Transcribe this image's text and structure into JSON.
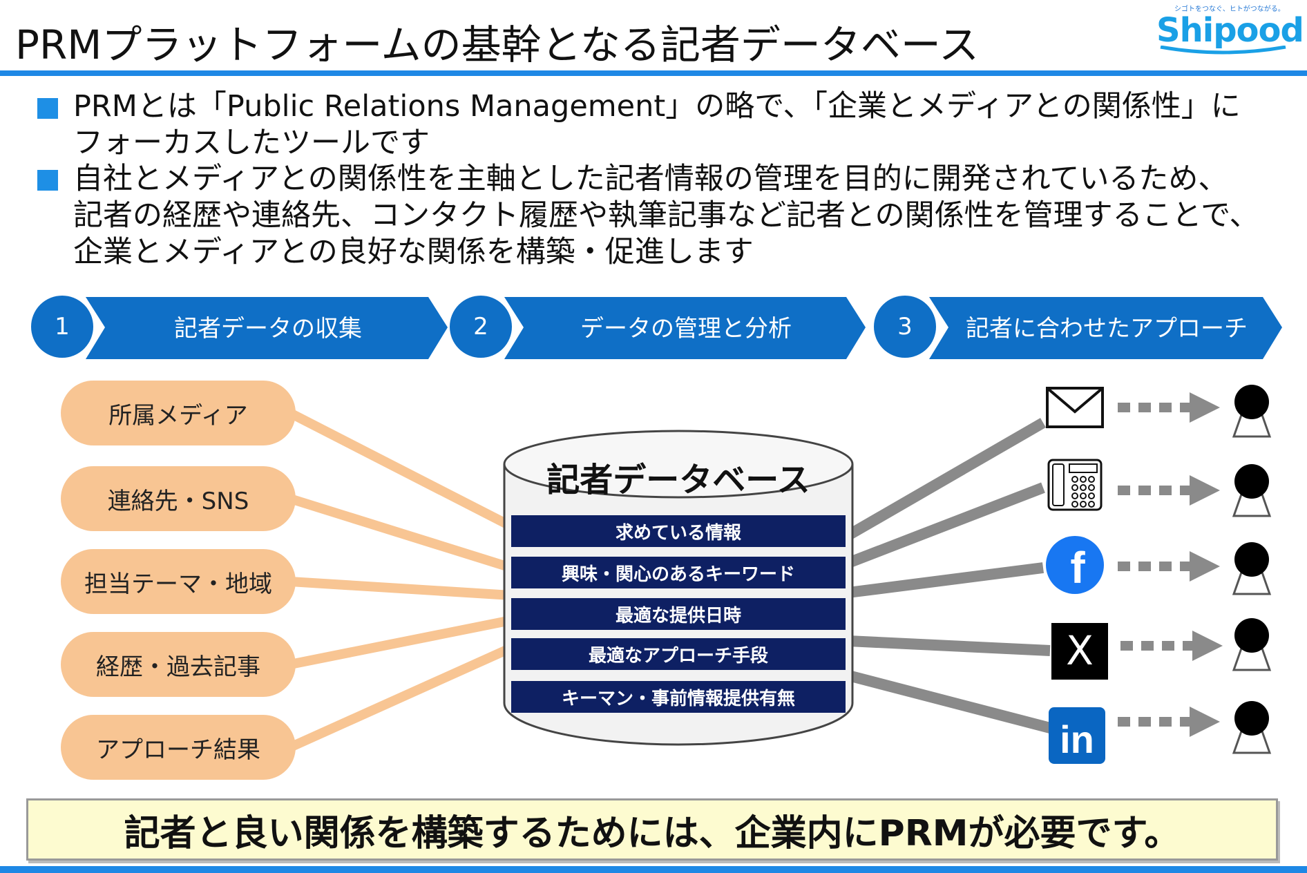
{
  "header": {
    "title": "PRMプラットフォームの基幹となる記者データベース",
    "logo_text": "Shipood",
    "logo_tagline": "シゴトをつなぐ、ヒトがつながる。"
  },
  "bullets": [
    {
      "line1": "PRMとは「Public Relations Management」の略で、「企業とメディアとの関係性」に",
      "line2": "フォーカスしたツールです"
    },
    {
      "line1": "自社とメディアとの関係性を主軸とした記者情報の管理を目的に開発されているため、",
      "line2": "記者の経歴や連絡先、コンタクト履歴や執筆記事など記者との関係性を管理することで、",
      "line3": "企業とメディアとの良好な関係を構築・促進します"
    }
  ],
  "steps": [
    {
      "number": "1",
      "label": "記者データの収集"
    },
    {
      "number": "2",
      "label": "データの管理と分析"
    },
    {
      "number": "3",
      "label": "記者に合わせたアプローチ"
    }
  ],
  "inputs": [
    "所属メディア",
    "連絡先・SNS",
    "担当テーマ・地域",
    "経歴・過去記事",
    "アプローチ結果"
  ],
  "database": {
    "title": "記者データベース",
    "rows": [
      "求めている情報",
      "興味・関心のあるキーワード",
      "最適な提供日時",
      "最適なアプローチ手段",
      "キーマン・事前情報提供有無"
    ]
  },
  "channels": [
    {
      "icon": "mail-icon"
    },
    {
      "icon": "phone-icon"
    },
    {
      "icon": "facebook-icon",
      "text": "f"
    },
    {
      "icon": "x-icon",
      "text": "X"
    },
    {
      "icon": "linkedin-icon",
      "text": "in"
    }
  ],
  "footer": {
    "message": "記者と良い関係を構築するためには、企業内にPRMが必要です。"
  },
  "colors": {
    "accent_blue": "#1e88e5",
    "step_blue": "#0f6fc6",
    "pill_orange": "#f8c593",
    "db_navy": "#0e2063",
    "connector_gray": "#8a8a8a",
    "footer_bg": "#fdfbd0"
  }
}
